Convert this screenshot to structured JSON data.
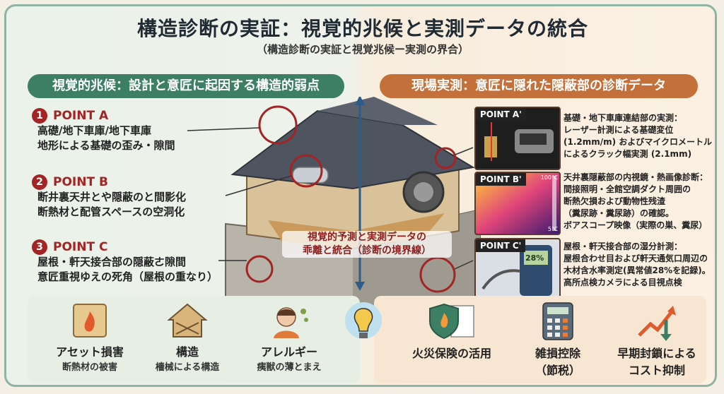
{
  "title": "構造診断の実証：視覚的兆候と実測データの統合",
  "subtitle": "（構造診断の実証と視覚兆候ー実測の界合）",
  "left_banner": "視覚的兆候：設計と意匠に起因する構造的弱点",
  "right_banner": "現場実測：意匠に隠れた隠蔽部の診断データ",
  "points": [
    {
      "num": "1",
      "title": "POINT A",
      "lines": [
        "高礎/地下車庫/地下車庫",
        "地形による基礎の歪み・隙間"
      ]
    },
    {
      "num": "2",
      "title": "POINT B",
      "lines": [
        "断井裏天井とや隠蔽のと間影化",
        "断熱材と配管スペースの空洞化"
      ]
    },
    {
      "num": "3",
      "title": "POINT C",
      "lines": [
        "屋根・軒天接合部の隠蔽ㄜ隙間",
        "意匠重視ゆえの死角（屋根の重なり）"
      ]
    }
  ],
  "center_note": [
    "視覚的予測と実測データの",
    "乖離と統合（診断の境界線）"
  ],
  "measurements": [
    {
      "label": "POINT A'",
      "lines": [
        "基礎・地下車庫連結部の実測：",
        "レーザー計測による基礎変位",
        "(1.2mm/m) およびマイクロメートル",
        "によるクラック幅実測 (2.1mm)"
      ]
    },
    {
      "label": "POINT B'",
      "lines": [
        "天井裏隠蔽部の内視鏡・熱画像診断：",
        "間接照明・全館空調ダクト周囲の",
        "断熱欠損および動物性残渣",
        "（糞尿跡・糞尿跡）の確認。",
        "ボアスコープ映像（実際の巣、糞尿）"
      ]
    },
    {
      "label": "POINT C'",
      "lines": [
        "屋根・軒天接合部の湿分計測：",
        "屋根合わせ目および軒天通気口周辺の",
        "木材含水率測定(異常値28%を記録)。",
        "高所点検カメラによる目視点検"
      ]
    }
  ],
  "thermal_scale_top": "100℃",
  "thermal_scale_bottom": "5℃",
  "meter_reading": "28%",
  "bottom_left": [
    {
      "l1": "アセット損害",
      "l2": "断熱材の被害"
    },
    {
      "l1": "構造",
      "l2": "檣械による構造"
    },
    {
      "l1": "アレルギー",
      "l2": "痍獣の薄とまえ"
    }
  ],
  "bottom_right": [
    {
      "l1": "火災保険の活用",
      "l2": ""
    },
    {
      "l1": "雑損控除",
      "l2": "（節税）"
    },
    {
      "l1": "早期封鎖による",
      "l2": "コスト抑制"
    }
  ]
}
